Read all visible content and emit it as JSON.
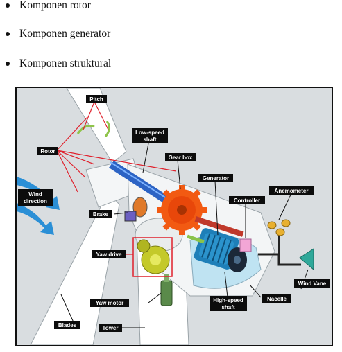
{
  "bullets": [
    {
      "text": "Komponen rotor"
    },
    {
      "text": "Komponen generator"
    },
    {
      "text": "Komponen struktural"
    }
  ],
  "diagram": {
    "labels": {
      "pitch": "Pitch",
      "rotor": "Rotor",
      "low_speed_shaft_1": "Low-speed",
      "low_speed_shaft_2": "shaft",
      "gear_box": "Gear box",
      "generator": "Generator",
      "anemometer": "Anemometer",
      "controller": "Controller",
      "wind_direction_1": "Wind",
      "wind_direction_2": "direction",
      "brake": "Brake",
      "yaw_drive": "Yaw drive",
      "wind_vane": "Wind Vane",
      "yaw_motor": "Yaw motor",
      "high_speed_shaft_1": "High-speed",
      "high_speed_shaft_2": "shaft",
      "nacelle": "Nacelle",
      "blades": "Blades",
      "tower": "Tower"
    },
    "colors": {
      "background": "#d9dde0",
      "label_bg": "#0c0c0c",
      "pointer_red": "#e0202c",
      "wind_arrow": "#2b8fd6",
      "gear": "#f25a12",
      "generator": "#1e7fb8",
      "yaw_gear": "#c4c92a",
      "controller": "#f2a6d6",
      "wind_vane": "#2fa89a",
      "anemometer": "#e8b030"
    }
  }
}
